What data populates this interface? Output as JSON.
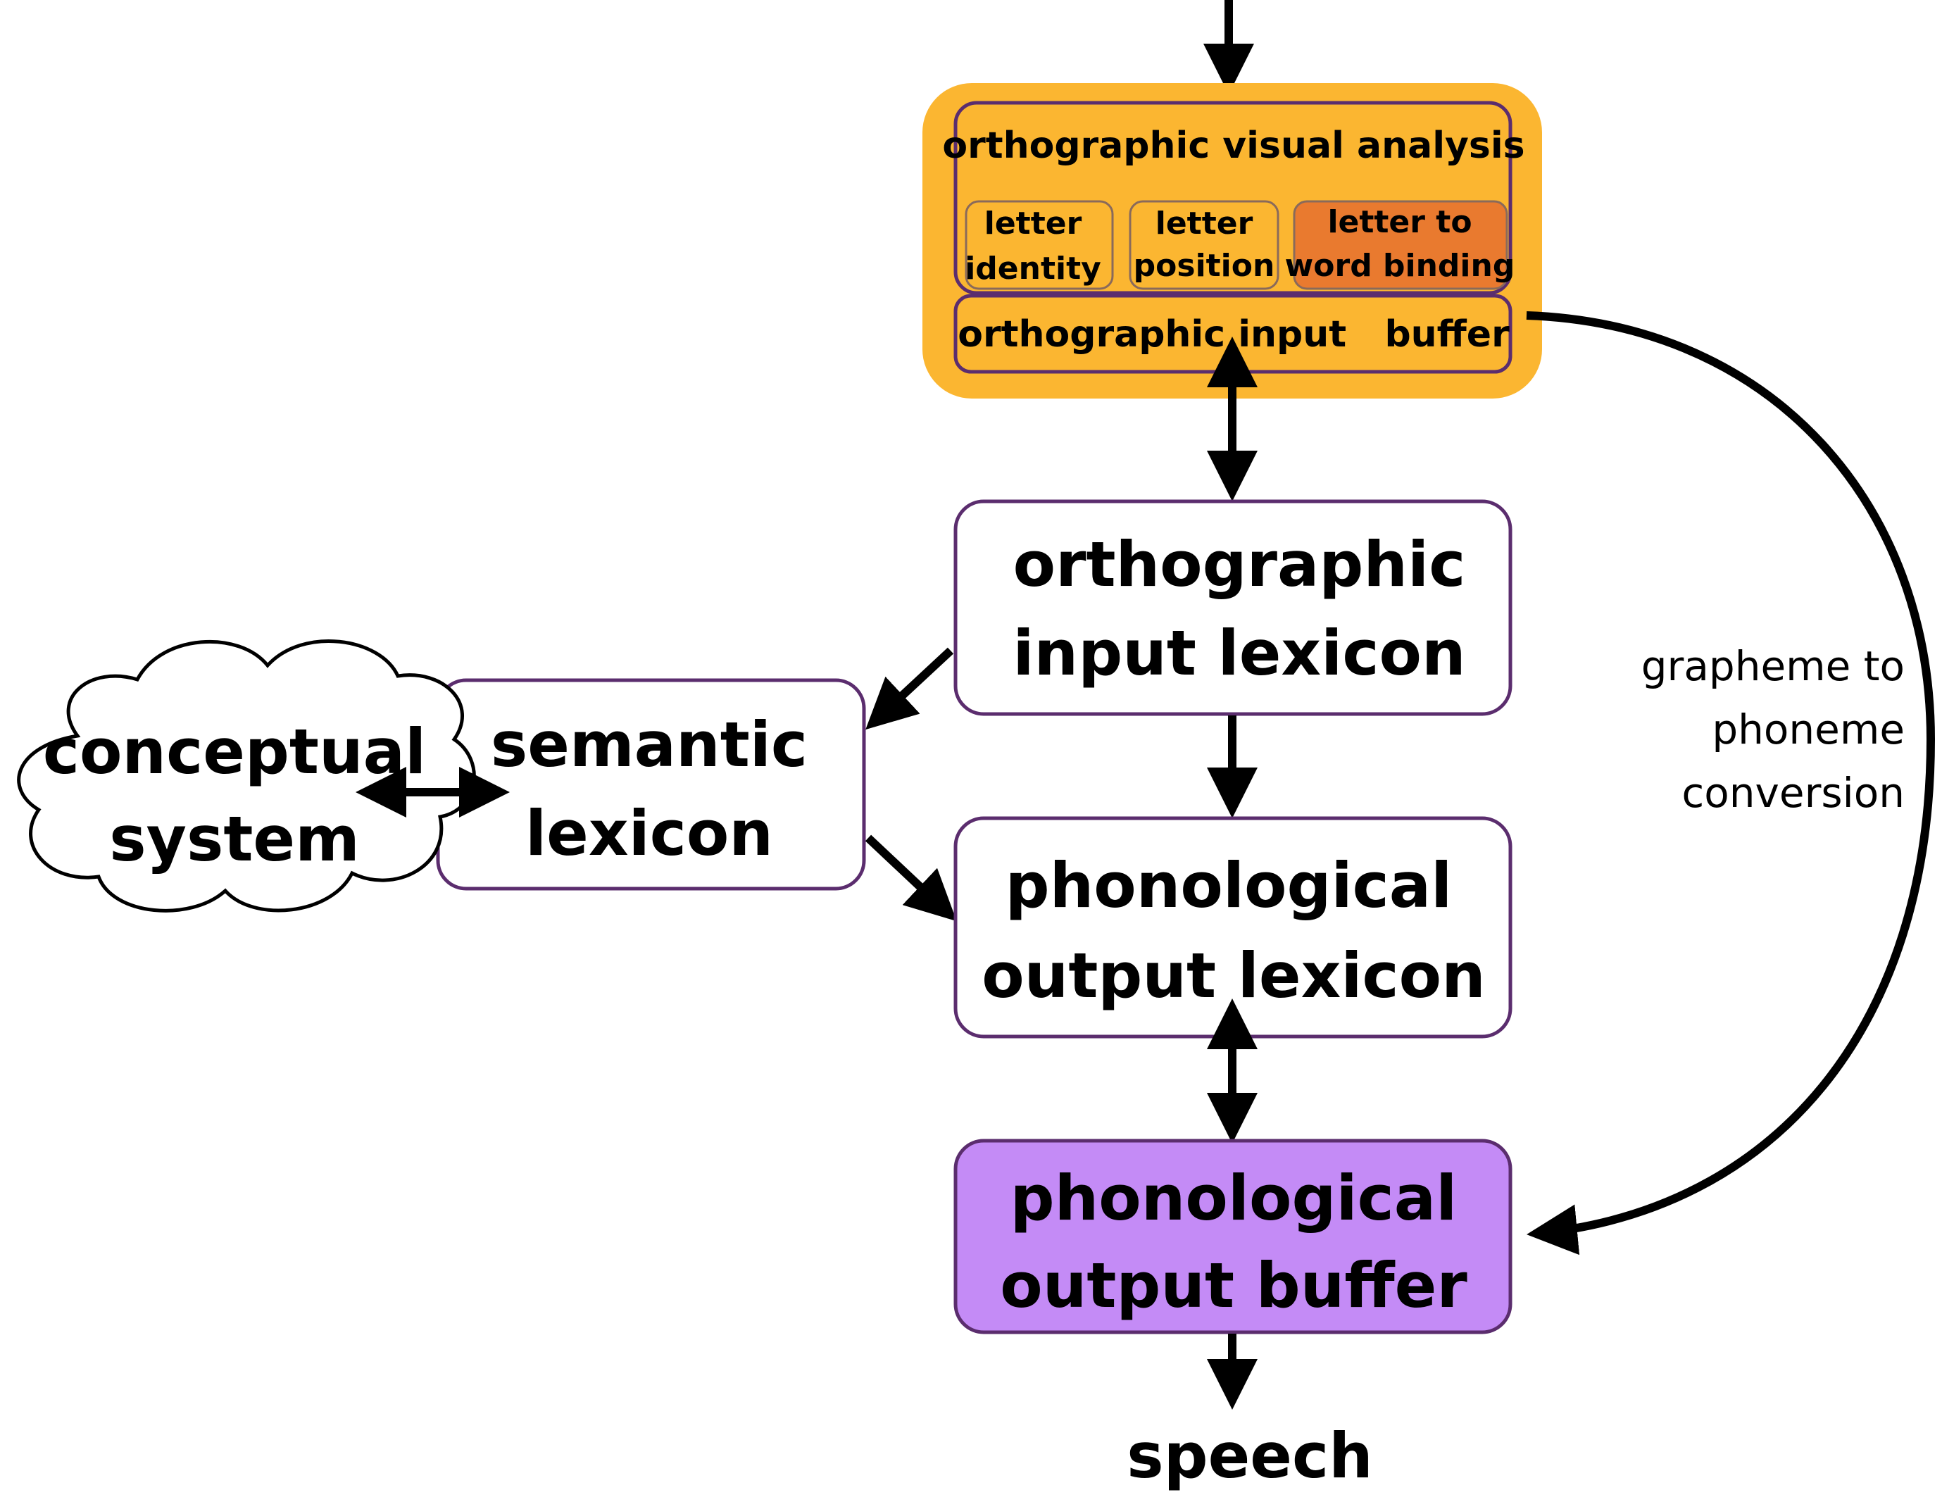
{
  "diagram": {
    "visual_analysis": {
      "title": "orthographic  visual  analysis",
      "letter_identity": [
        "letter",
        "identity"
      ],
      "letter_position": [
        "letter",
        "position"
      ],
      "letter_word_binding": [
        "letter to",
        "word binding"
      ],
      "input_buffer": "orthographic input   buffer"
    },
    "orthographic_input_lexicon": [
      "orthographic",
      "input lexicon"
    ],
    "semantic_lexicon": [
      "semantic",
      "lexicon"
    ],
    "conceptual_system": [
      "conceptual",
      "system"
    ],
    "phonological_output_lexicon": [
      "phonological",
      "output lexicon"
    ],
    "phonological_output_buffer": [
      "phonological",
      "output buffer"
    ],
    "speech": "speech",
    "route_label": [
      "grapheme to",
      "phoneme",
      "conversion"
    ]
  },
  "colors": {
    "outer_orange": "#FBB631",
    "binding_orange": "#E97A2F",
    "box_border": "#5B2D6E",
    "buffer_purple": "#C48BF6",
    "arrow": "#000000"
  }
}
